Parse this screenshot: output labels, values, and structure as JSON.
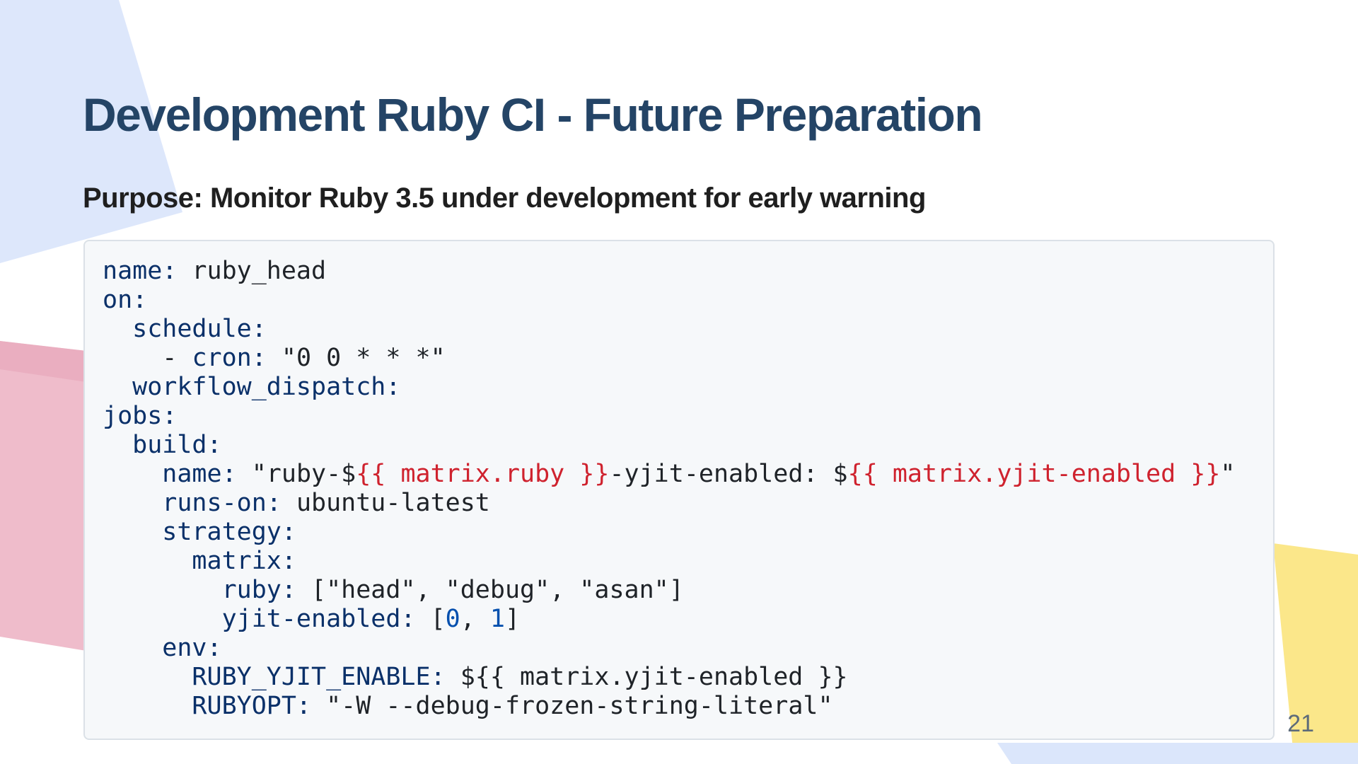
{
  "slide": {
    "title": "Development Ruby CI - Future Preparation",
    "subtitle": "Purpose: Monitor Ruby 3.5 under development for early warning",
    "page_number": "21"
  },
  "code": {
    "lines": [
      [
        {
          "t": "name:",
          "k": "key"
        },
        {
          "t": " ruby_head",
          "k": "str"
        }
      ],
      [
        {
          "t": "on:",
          "k": "key"
        }
      ],
      [
        {
          "t": "  schedule:",
          "k": "key"
        }
      ],
      [
        {
          "t": "    - ",
          "k": "str"
        },
        {
          "t": "cron:",
          "k": "key"
        },
        {
          "t": " \"0 0 * * *\"",
          "k": "str"
        }
      ],
      [
        {
          "t": "  workflow_dispatch:",
          "k": "key"
        }
      ],
      [
        {
          "t": "jobs:",
          "k": "key"
        }
      ],
      [
        {
          "t": "  build:",
          "k": "key"
        }
      ],
      [
        {
          "t": "    name:",
          "k": "key"
        },
        {
          "t": " \"ruby-$",
          "k": "str"
        },
        {
          "t": "{{ matrix.ruby }}",
          "k": "expr"
        },
        {
          "t": "-yjit-enabled: $",
          "k": "str"
        },
        {
          "t": "{{ matrix.yjit-enabled }}",
          "k": "expr"
        },
        {
          "t": "\"",
          "k": "str"
        }
      ],
      [
        {
          "t": "    runs-on:",
          "k": "key"
        },
        {
          "t": " ubuntu-latest",
          "k": "str"
        }
      ],
      [
        {
          "t": "    strategy:",
          "k": "key"
        }
      ],
      [
        {
          "t": "      matrix:",
          "k": "key"
        }
      ],
      [
        {
          "t": "        ruby:",
          "k": "key"
        },
        {
          "t": " [\"head\", \"debug\", \"asan\"]",
          "k": "str"
        }
      ],
      [
        {
          "t": "        yjit-enabled:",
          "k": "key"
        },
        {
          "t": " [",
          "k": "str"
        },
        {
          "t": "0",
          "k": "num"
        },
        {
          "t": ", ",
          "k": "str"
        },
        {
          "t": "1",
          "k": "num"
        },
        {
          "t": "]",
          "k": "str"
        }
      ],
      [
        {
          "t": "    env:",
          "k": "key"
        }
      ],
      [
        {
          "t": "      RUBY_YJIT_ENABLE:",
          "k": "key"
        },
        {
          "t": " ${{ matrix.yjit-enabled }}",
          "k": "str"
        }
      ],
      [
        {
          "t": "      RUBYOPT:",
          "k": "key"
        },
        {
          "t": " \"-W --debug-frozen-string-literal\"",
          "k": "str"
        }
      ]
    ]
  },
  "colors": {
    "title": "#244466",
    "yaml_key": "#0a3069",
    "template_expression": "#cf222e",
    "number": "#0550ae",
    "code_background": "#f6f8fa",
    "decor_blue": "#dbe6fb",
    "decor_pink": "#efbccb",
    "decor_yellow": "#fbe78a"
  }
}
